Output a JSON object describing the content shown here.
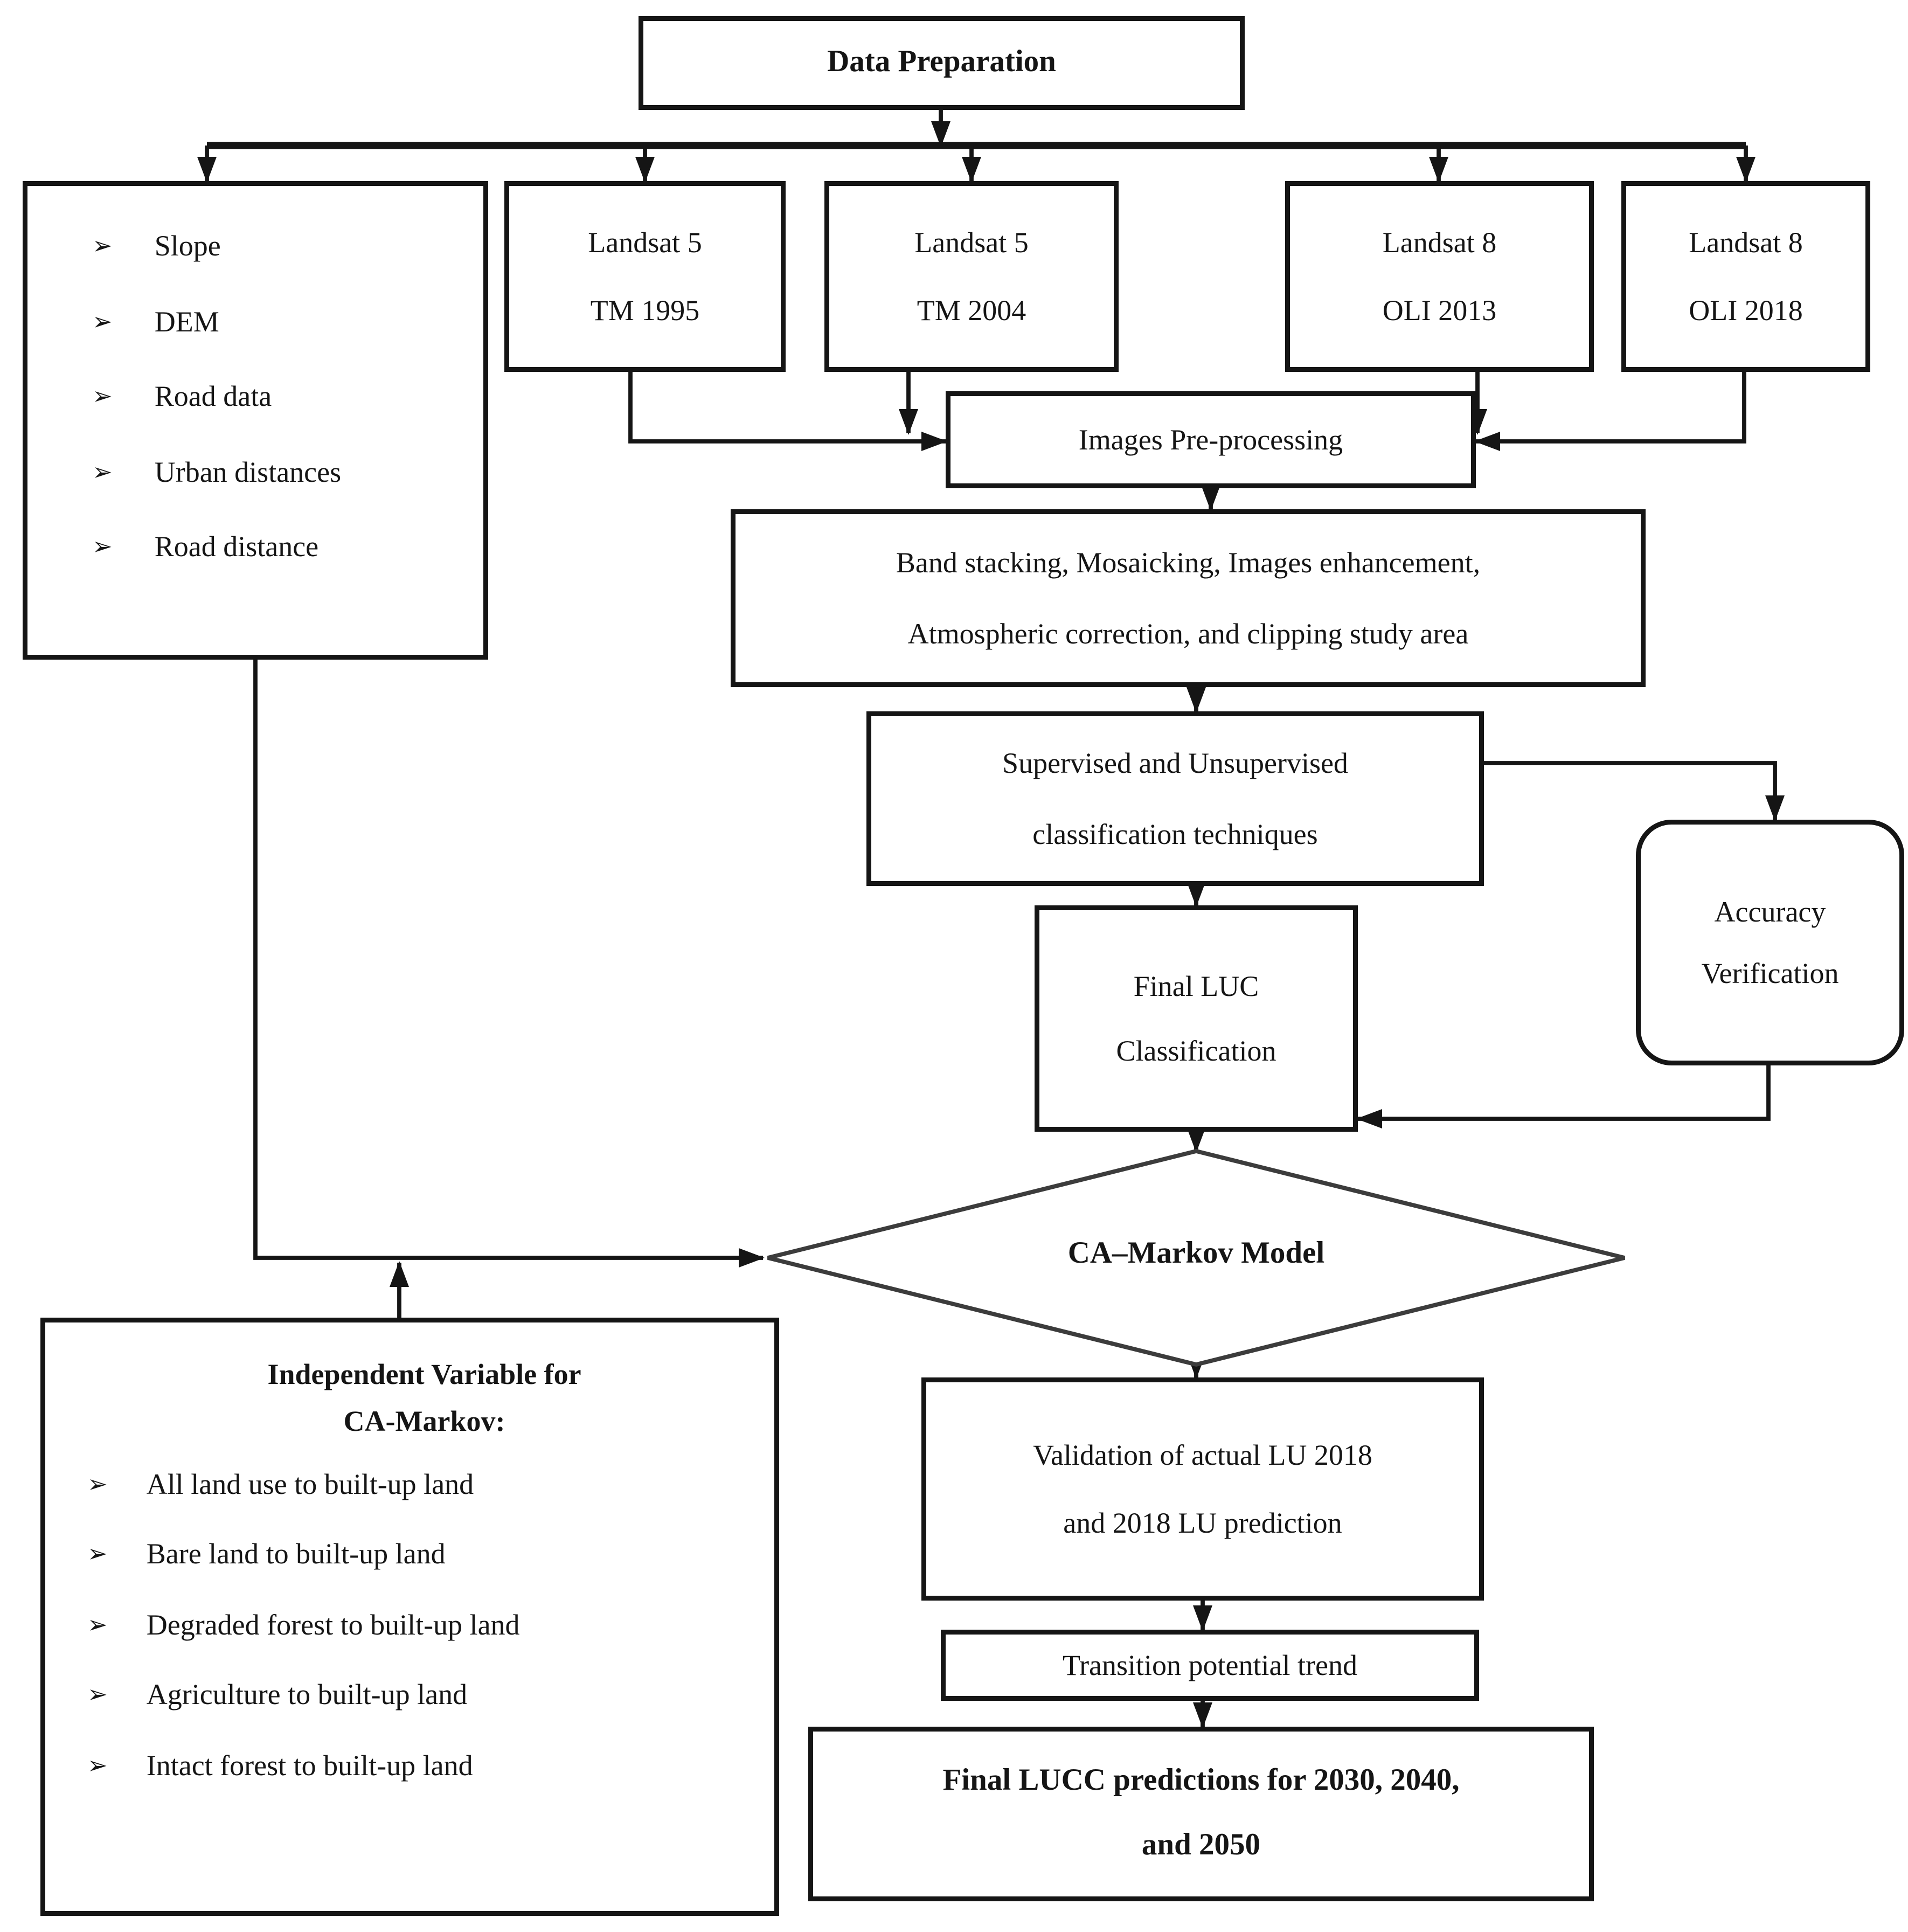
{
  "colors": {
    "ink": "#151515",
    "background": "#ffffff",
    "diamond_stroke": "#3c3c3c"
  },
  "icons": {
    "bullet": "➢"
  },
  "flowchart": {
    "data_preparation": "Data Preparation",
    "inputs": {
      "items": [
        "Slope",
        "DEM",
        "Road data",
        "Urban distances",
        "Road distance"
      ]
    },
    "landsat": [
      {
        "line1": "Landsat 5",
        "line2": "TM 1995"
      },
      {
        "line1": "Landsat 5",
        "line2": "TM 2004"
      },
      {
        "line1": "Landsat 8",
        "line2": "OLI 2013"
      },
      {
        "line1": "Landsat 8",
        "line2": "OLI 2018"
      }
    ],
    "preprocessing": "Images Pre-processing",
    "band_stacking": {
      "line1": "Band stacking, Mosaicking, Images enhancement,",
      "line2": "Atmospheric correction, and clipping study area"
    },
    "classification": {
      "line1": "Supervised and Unsupervised",
      "line2": "classification techniques"
    },
    "accuracy": {
      "line1": "Accuracy",
      "line2": "Verification"
    },
    "final_luc": {
      "line1": "Final LUC",
      "line2": "Classification"
    },
    "ca_markov": "CA–Markov Model",
    "independent_variables": {
      "title_line1": "Independent Variable for",
      "title_line2": "CA-Markov:",
      "items": [
        "All land use to built-up land",
        "Bare land to built-up land",
        "Degraded forest to built-up land",
        "Agriculture to built-up land",
        "Intact forest to built-up land"
      ]
    },
    "validation": {
      "line1": "Validation of actual LU 2018",
      "line2": "and 2018 LU prediction"
    },
    "transition": "Transition potential trend",
    "final_prediction": {
      "line1": "Final LUCC predictions for 2030, 2040,",
      "line2": "and 2050"
    }
  }
}
